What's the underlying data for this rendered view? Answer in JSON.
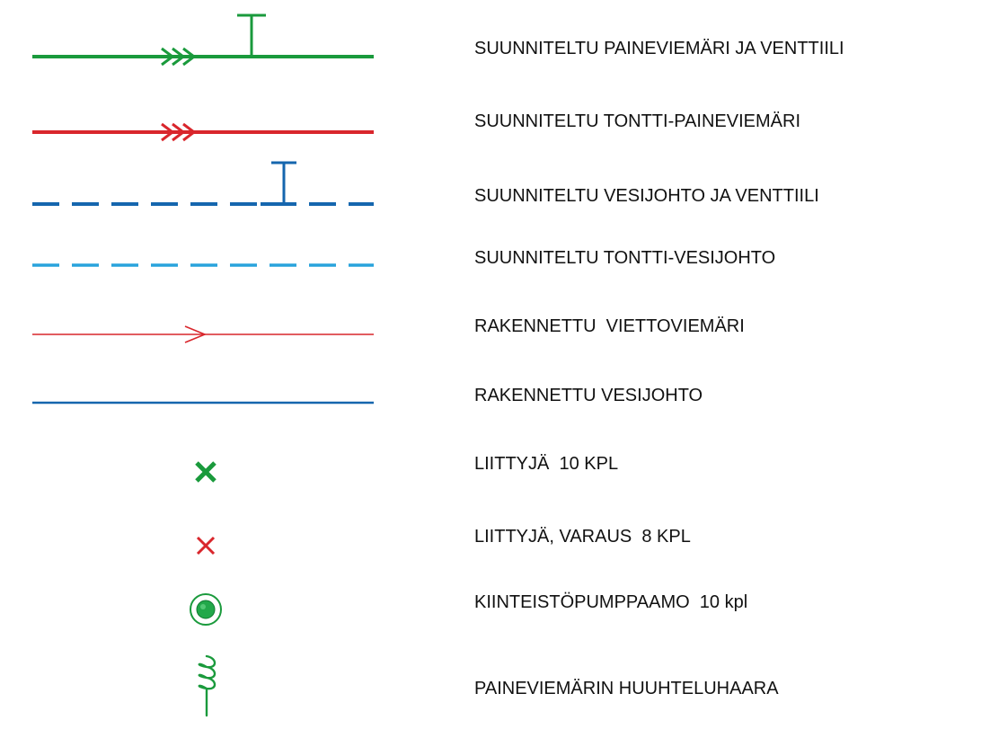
{
  "legend": {
    "items": [
      {
        "symbol": "green-pressure-sewer-with-valve",
        "color": "#1a9a3c",
        "label": "SUUNNITELTU PAINEVIEMÄRI JA VENTTIILI"
      },
      {
        "symbol": "red-plot-pressure-sewer",
        "color": "#d9262c",
        "label": "SUUNNITELTU TONTTI-PAINEVIEMÄRI"
      },
      {
        "symbol": "dark-blue-dashed-water-pipe-with-valve",
        "color": "#1566ae",
        "label": "SUUNNITELTU VESIJOHTO JA VENTTIILI"
      },
      {
        "symbol": "light-blue-dashed-plot-water-pipe",
        "color": "#29a3dc",
        "label": "SUUNNITELTU TONTTI-VESIJOHTO"
      },
      {
        "symbol": "thin-red-gravity-sewer-arrow",
        "color": "#d9262c",
        "label": "RAKENNETTU  VIETTOVIEMÄRI"
      },
      {
        "symbol": "thin-blue-water-pipe",
        "color": "#1566ae",
        "label": "RAKENNETTU VESIJOHTO"
      },
      {
        "symbol": "green-x-connection",
        "color": "#1a9a3c",
        "label": "LIITTYJÄ  10 KPL"
      },
      {
        "symbol": "red-x-reserved-connection",
        "color": "#d9262c",
        "label": "LIITTYJÄ, VARAUS  8 KPL"
      },
      {
        "symbol": "green-circle-pump-station",
        "color": "#1a9a3c",
        "label": "KIINTEISTÖPUMPPAAMO  10 kpl"
      },
      {
        "symbol": "green-coil-flushing-branch",
        "color": "#1a9a3c",
        "label": "PAINEVIEMÄRIN HUUHTELUHAARA"
      }
    ]
  }
}
